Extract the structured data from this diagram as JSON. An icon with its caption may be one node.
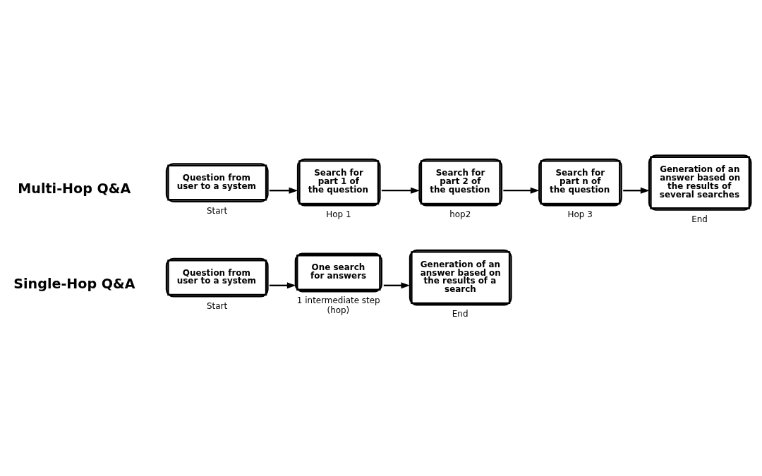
{
  "diagram": {
    "nodes": [
      {
        "text": [
          "Question from user to a system"
        ],
        "beside": [
          "Start"
        ]
      },
      {
        "text": [
          "One search for answers"
        ],
        "beside": [
          "1 intermediate step (hop)"
        ]
      },
      {
        "text": [
          "Generation of an answer based on the results of a search"
        ],
        "beside": [
          "End"
        ]
      },
      {
        "text": [
          "Question from user to a system"
        ],
        "beside": [
          "Start"
        ]
      },
      {
        "text": [
          "Search for part 1 of the question"
        ],
        "beside": [
          "Hop 1"
        ]
      },
      {
        "text": [
          "Search for part 2 of the question"
        ],
        "beside": [
          "hop2"
        ]
      },
      {
        "text": [
          "Search for part n of the question"
        ],
        "beside": [
          "Hop 3"
        ]
      },
      {
        "text": [
          "Generation of an answer based on the results of several searches"
        ],
        "beside": [
          "End"
        ]
      }
    ],
    "edges": [
      {
        "from": 0,
        "to": 1,
        "arrow": "to"
      },
      {
        "from": 1,
        "to": 2,
        "arrow": "to"
      },
      {
        "from": 3,
        "to": 4,
        "arrow": "to"
      },
      {
        "from": 4,
        "to": 5,
        "arrow": "to"
      },
      {
        "from": 5,
        "to": 6,
        "arrow": "to"
      },
      {
        "from": 6,
        "to": 7,
        "arrow": "to"
      }
    ],
    "labels": [
      "Single-Hop Q&A",
      "Multi-Hop Q&A"
    ]
  }
}
